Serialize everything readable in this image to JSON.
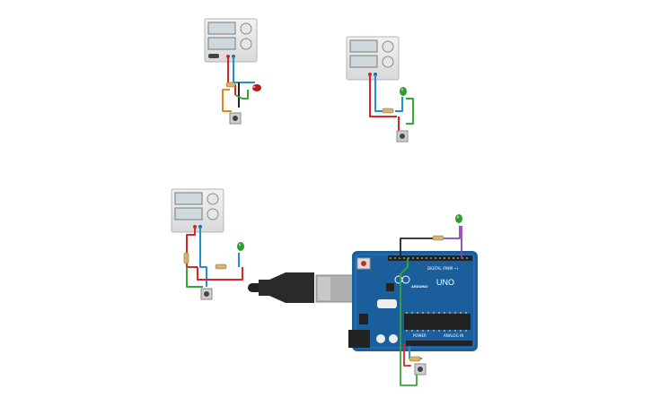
{
  "board": {
    "model_label": "UNO",
    "brand_label": "ARDUINO",
    "digital_label": "DIGITAL (PWM ~)",
    "power_label": "POWER",
    "analog_label": "ANALOG IN"
  },
  "colors": {
    "wire_red": "#d62828",
    "wire_blue": "#1f8fd6",
    "wire_black": "#222222",
    "wire_green": "#3aa53a",
    "wire_orange": "#e08a1e",
    "wire_purple": "#8e44ad",
    "board_blue": "#1a5e9c",
    "led_red": "#b71c1c",
    "led_green": "#2e9e2e"
  }
}
